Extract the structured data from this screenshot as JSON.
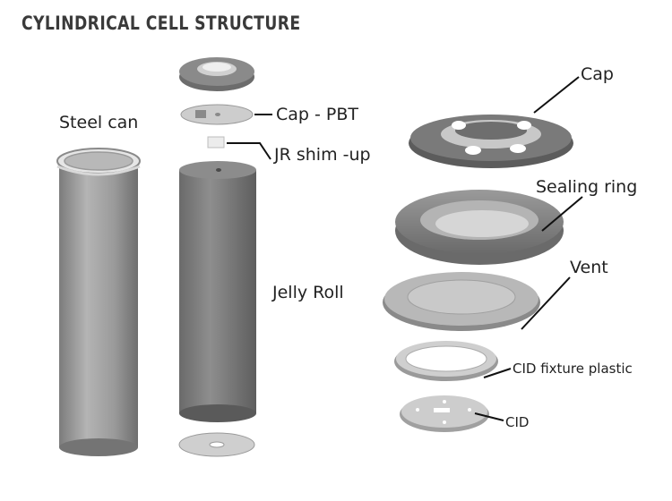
{
  "title": "CYLINDRICAL CELL STRUCTURE",
  "labels": {
    "steel_can": "Steel can",
    "cap_pbt": "Cap - PBT",
    "jr_shim": "JR shim -up",
    "jelly_roll": "Jelly Roll",
    "cap": "Cap",
    "sealing_ring": "Sealing ring",
    "vent": "Vent",
    "cid_fixture": "CID fixture plastic",
    "cid": "CID"
  },
  "colors": {
    "background": "#ffffff",
    "component_gray": "#8a8a8a",
    "dark_gray": "#5c5c5c",
    "light_gray": "#c4c4c4",
    "text": "#222222"
  }
}
